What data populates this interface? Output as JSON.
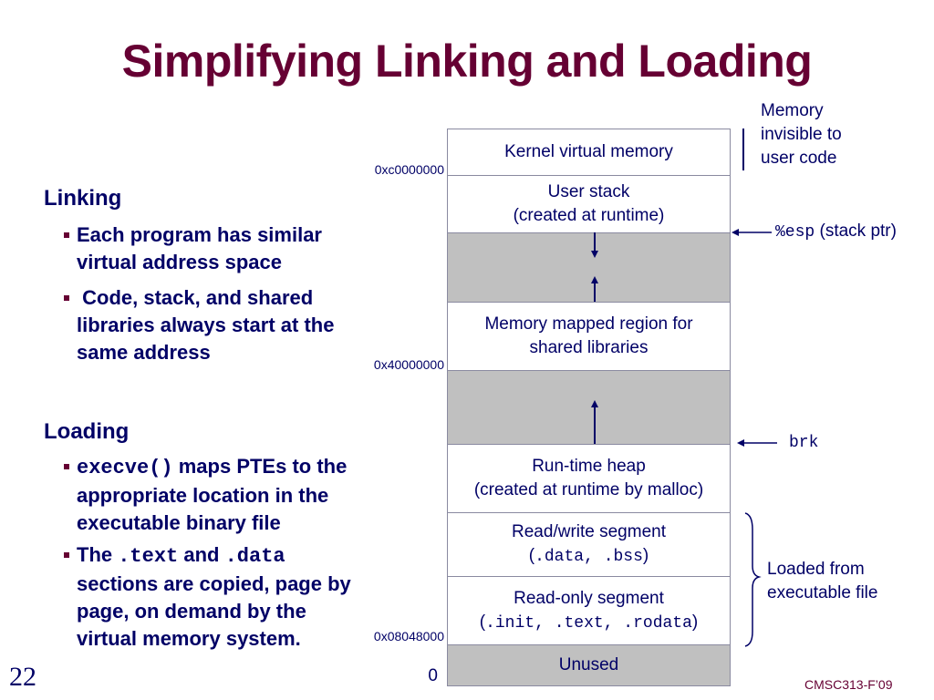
{
  "title": "Simplifying Linking and Loading",
  "linking": {
    "heading": "Linking",
    "bullets": [
      {
        "line1": "Each program has similar",
        "line2": "virtual address space"
      },
      {
        "line1": " Code, stack, and shared",
        "line2": "libraries always start at the",
        "line3": "same address"
      }
    ]
  },
  "loading": {
    "heading": "Loading",
    "bullet1": {
      "code": "execve()",
      "rest1": " maps PTEs to the",
      "line2": "appropriate location in the",
      "line3": "executable binary file"
    },
    "bullet2": {
      "pre": "The ",
      "code1": ".text",
      "mid": " and ",
      "code2": ".data",
      "line2": "sections are copied, page by",
      "line3": "page, on demand by the",
      "line4": "virtual memory system."
    }
  },
  "memory_layout": {
    "segments": [
      {
        "name": "kernel",
        "line1": "Kernel virtual memory"
      },
      {
        "name": "user-stack",
        "line1": "User stack",
        "line2": "(created at runtime)"
      },
      {
        "name": "gap-stack",
        "line1": ""
      },
      {
        "name": "shared-libs",
        "line1": "Memory mapped region for",
        "line2": "shared libraries"
      },
      {
        "name": "gap-heap",
        "line1": ""
      },
      {
        "name": "heap",
        "line1": "Run-time heap",
        "line2": "(created at runtime by malloc)"
      },
      {
        "name": "rw-segment",
        "line1": "Read/write segment",
        "code": ".data, .bss"
      },
      {
        "name": "ro-segment",
        "line1": "Read-only segment",
        "code": ".init, .text, .rodata"
      },
      {
        "name": "unused",
        "line1": "Unused"
      }
    ],
    "addresses": {
      "kernel": "0xc0000000",
      "shared": "0x40000000",
      "text": "0x08048000",
      "zero": "0"
    },
    "annotations": {
      "invisible": [
        "Memory",
        "invisible to",
        "user code"
      ],
      "esp_reg": "%esp",
      "esp_label": " (stack ptr)",
      "brk": "brk",
      "loaded": [
        "Loaded from",
        "executable file"
      ]
    }
  },
  "footer": {
    "slide_number": "22",
    "course": "CMSC313-F’09"
  }
}
